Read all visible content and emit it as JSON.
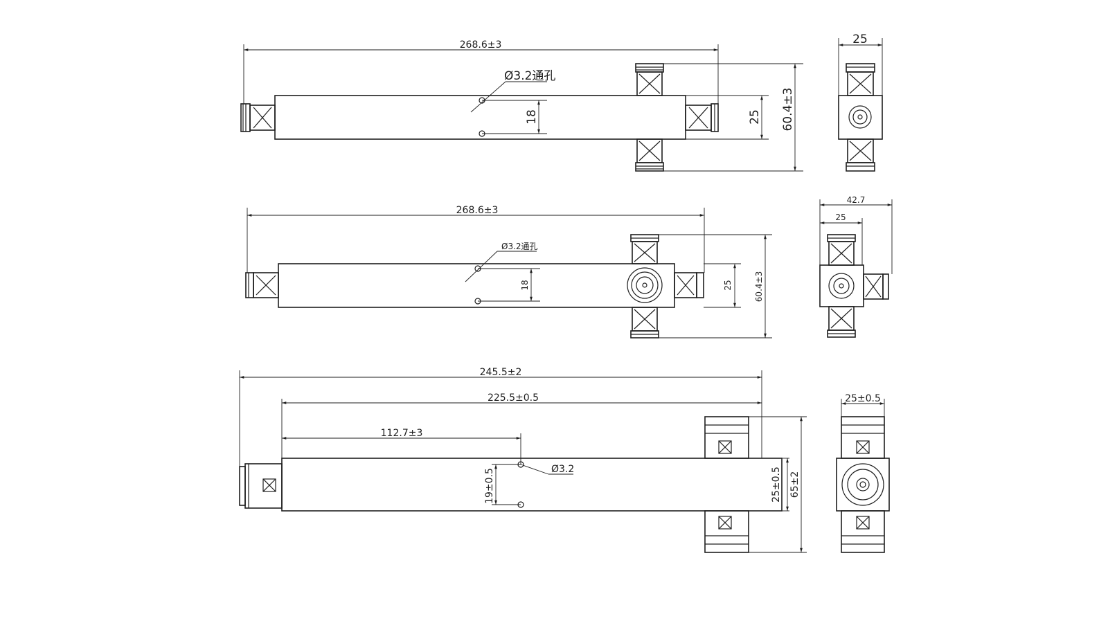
{
  "drawing": {
    "view1": {
      "overall_length": "268.6±3",
      "hole_label": "Ø3.2通孔",
      "hole_spacing": "18",
      "body_width": "25",
      "overall_height": "60.4±3",
      "side_width": "25"
    },
    "view2": {
      "overall_length": "268.6±3",
      "hole_label": "Ø3.2通孔",
      "hole_spacing": "18",
      "body_width": "25",
      "overall_height": "60.4±3",
      "side_width_outer": "42.7",
      "side_width_inner": "25"
    },
    "view3": {
      "overall_length": "245.5±2",
      "body_length": "225.5±0.5",
      "hole_offset": "112.7±3",
      "hole_label": "Ø3.2",
      "hole_spacing": "19±0.5",
      "body_width": "25±0.5",
      "overall_height": "65±2",
      "side_width": "25±0.5"
    }
  }
}
